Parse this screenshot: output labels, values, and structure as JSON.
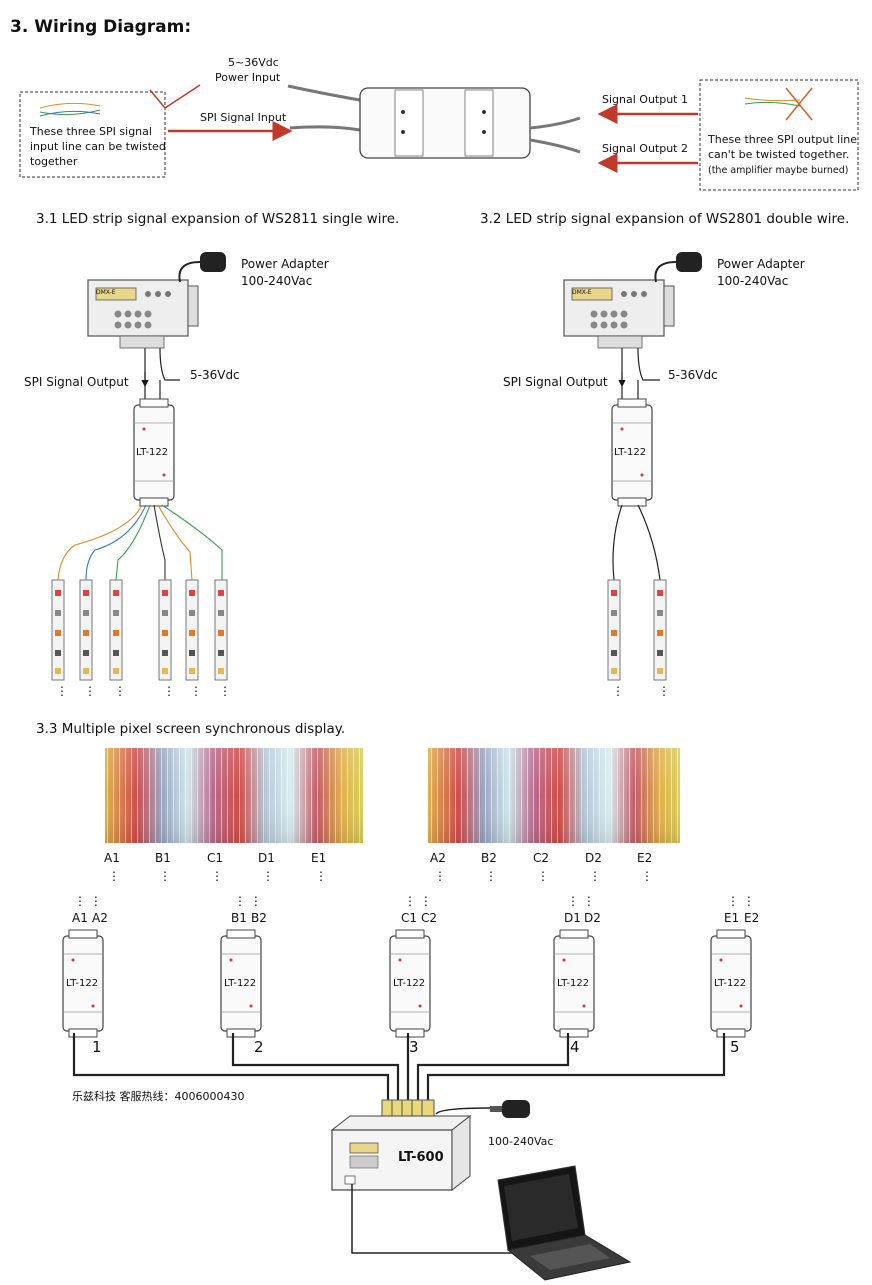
{
  "title": "3. Wiring Diagram:",
  "top": {
    "power_input": [
      "5~36Vdc",
      "Power Input"
    ],
    "spi_signal_input": "SPI Signal Input",
    "input_note": [
      "These three SPI signal",
      "input line can be twisted",
      "together"
    ],
    "signal_output_1": "Signal Output 1",
    "signal_output_2": "Signal Output 2",
    "output_note": [
      "These three SPI output line",
      "can't be twisted together.",
      "(the amplifier maybe burned)"
    ]
  },
  "section_31": {
    "heading": "3.1 LED strip signal expansion of WS2811 single wire.",
    "power_adapter": [
      "Power Adapter",
      "100-240Vac"
    ],
    "spi_output": "SPI Signal Output",
    "voltage": "5-36Vdc",
    "device": "LT-122",
    "controller_tag": "DMX-E"
  },
  "section_32": {
    "heading": "3.2 LED strip signal expansion of WS2801 double wire.",
    "power_adapter": [
      "Power Adapter",
      "100-240Vac"
    ],
    "spi_output": "SPI Signal Output",
    "voltage": "5-36Vdc",
    "device": "LT-122",
    "controller_tag": "DMX-E"
  },
  "section_33": {
    "heading": "3.3 Multiple pixel screen synchronous display.",
    "screen1_labels": [
      "A1",
      "B1",
      "C1",
      "D1",
      "E1"
    ],
    "screen2_labels": [
      "A2",
      "B2",
      "C2",
      "D2",
      "E2"
    ],
    "amplifiers": [
      {
        "labels": [
          "A1",
          "A2"
        ],
        "number": "1",
        "device": "LT-122"
      },
      {
        "labels": [
          "B1",
          "B2"
        ],
        "number": "2",
        "device": "LT-122"
      },
      {
        "labels": [
          "C1",
          "C2"
        ],
        "number": "3",
        "device": "LT-122"
      },
      {
        "labels": [
          "D1",
          "D2"
        ],
        "number": "4",
        "device": "LT-122"
      },
      {
        "labels": [
          "E1",
          "E2"
        ],
        "number": "5",
        "device": "LT-122"
      }
    ],
    "hotline": "乐兹科技 客服热线：4006000430",
    "controller": "LT-600",
    "power": "100-240Vac"
  },
  "colors": {
    "arrow": "#c0392b",
    "wire": "#222222",
    "wire_blue": "#3a78c2",
    "wire_green": "#3a9a4a",
    "wire_orange": "#e08a2a"
  },
  "icons": [
    "amplifier-icon",
    "controller-icon",
    "power-adapter-icon",
    "laptop-icon",
    "led-strip-icon",
    "pixel-screen-icon",
    "arrow-right-icon",
    "cross-icon"
  ]
}
